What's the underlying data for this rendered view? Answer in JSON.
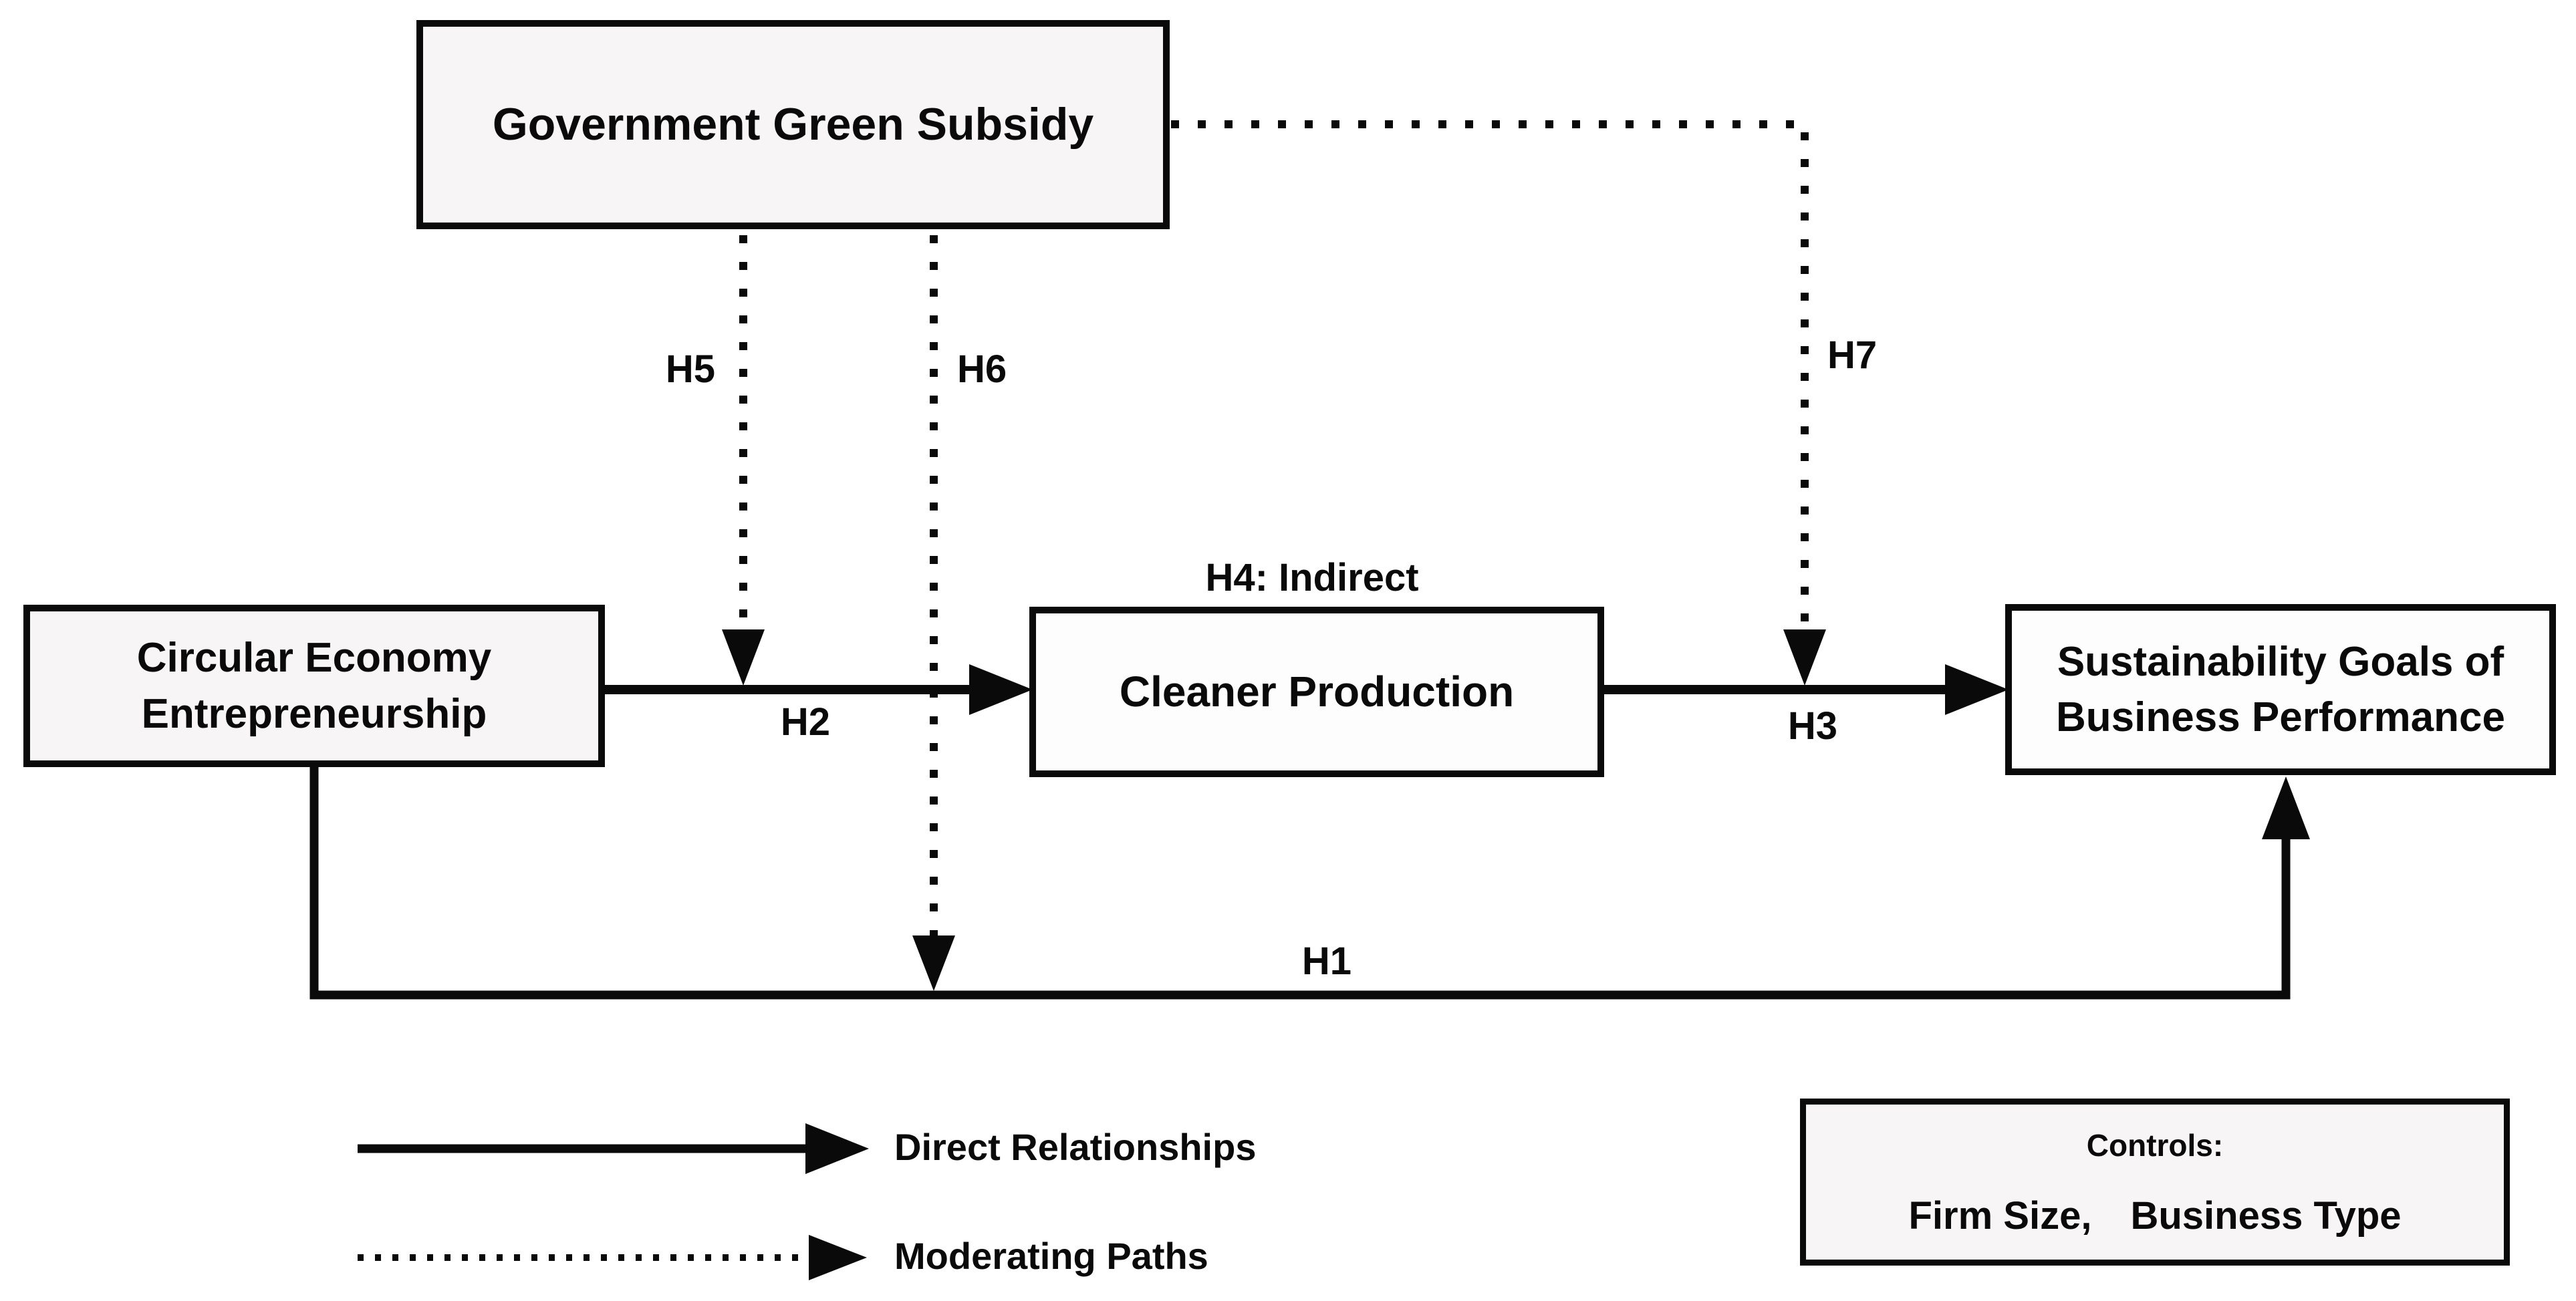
{
  "figure": {
    "type": "conceptual-model-path-diagram",
    "colors": {
      "ink": "#0a0a0a",
      "background": "#ffffff",
      "box_fill_light_gray": "#f7f5f5",
      "box_fill_white": "#fdfdfd"
    }
  },
  "nodes": {
    "government": {
      "label": "Government Green Subsidy"
    },
    "circular_economy": {
      "label": "Circular Economy\nEntrepreneurship"
    },
    "cleaner_production": {
      "label": "Cleaner Production"
    },
    "sustainability": {
      "label": "Sustainability Goals of\nBusiness Performance"
    }
  },
  "hypotheses": {
    "h1": "H1",
    "h2": "H2",
    "h3": "H3",
    "h4": "H4: Indirect",
    "h5": "H5",
    "h6": "H6",
    "h7": "H7"
  },
  "legend": {
    "direct_label": "Direct Relationships",
    "moderating_label": "Moderating Paths"
  },
  "controls_box": {
    "title": "Controls:",
    "item1": "Firm Size,",
    "item2": "Business Type"
  }
}
